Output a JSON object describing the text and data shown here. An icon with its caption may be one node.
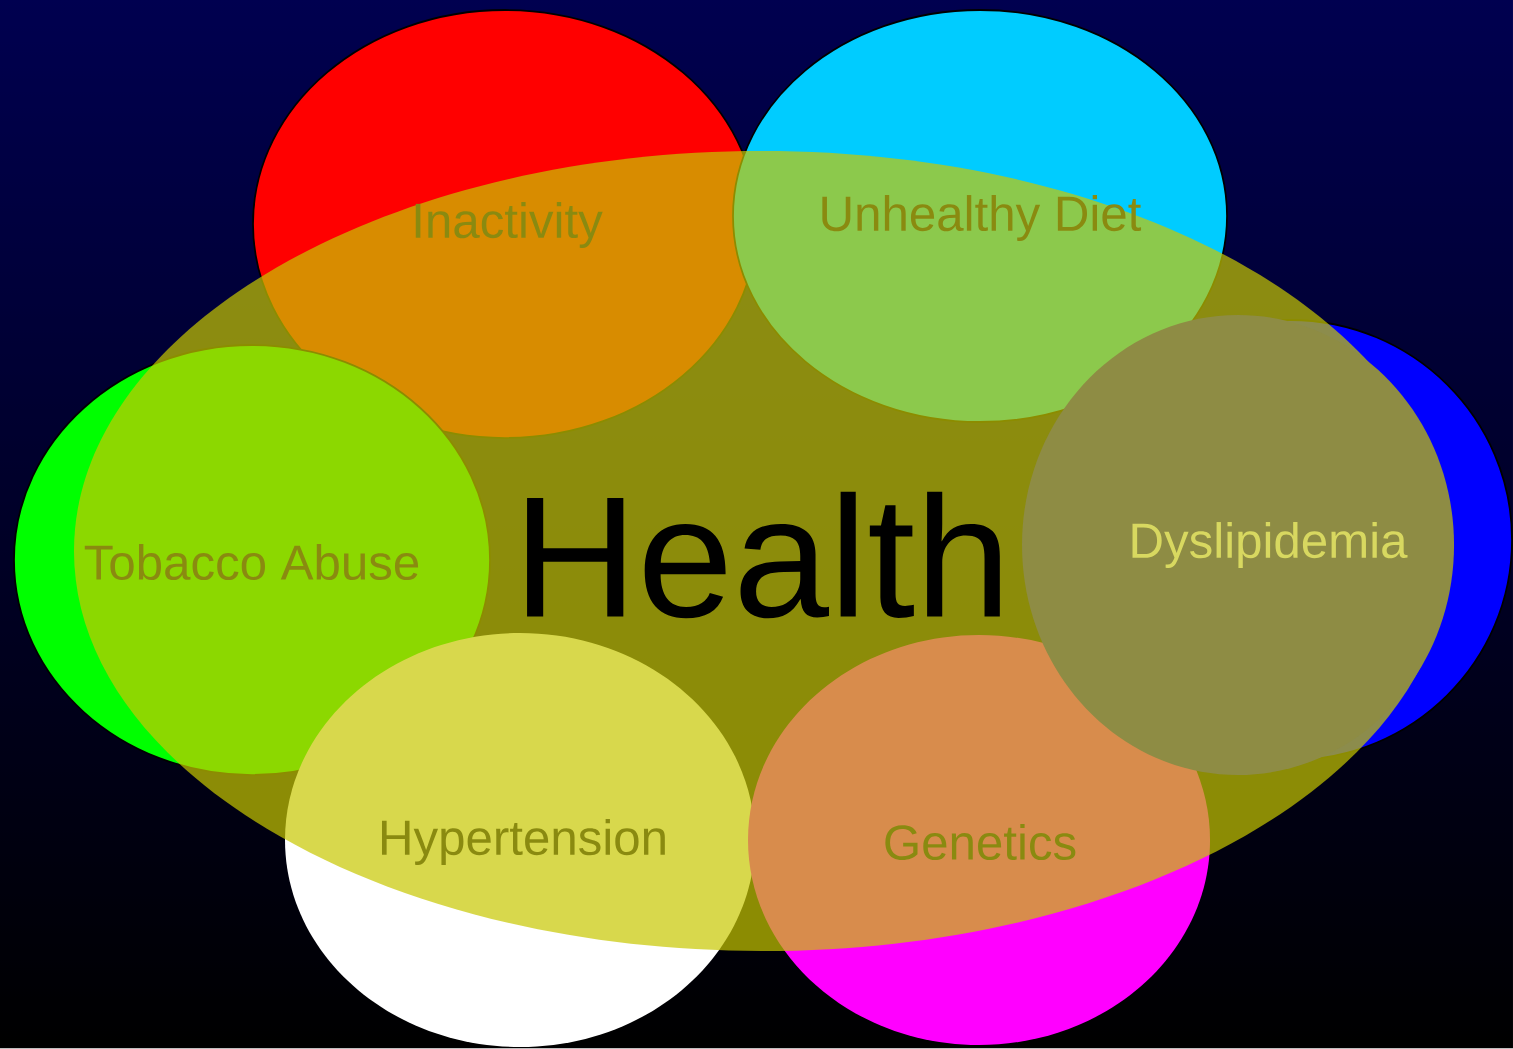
{
  "diagram": {
    "nodes": [
      {
        "text": [
          "Health"
        ]
      },
      {
        "text": [
          "Inactivity"
        ]
      },
      {
        "text": [
          "Unhealthy Diet"
        ]
      },
      {
        "text": [
          "Tobacco Abuse"
        ]
      },
      {
        "text": [
          "Dyslipidemia"
        ]
      },
      {
        "text": [
          "Hypertension"
        ]
      },
      {
        "text": [
          "Genetics"
        ]
      }
    ]
  }
}
